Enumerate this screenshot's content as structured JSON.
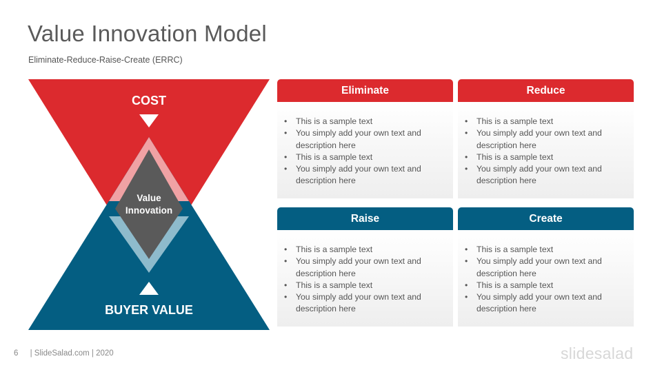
{
  "title": "Value Innovation Model",
  "subtitle": "Eliminate-Reduce-Raise-Create  (ERRC)",
  "diagram": {
    "top_label": "COST",
    "center_line1": "Value",
    "center_line2": "Innovation",
    "bottom_label": "BUYER VALUE"
  },
  "colors": {
    "red": "#dc2a2e",
    "teal": "#045e82",
    "center": "#5a5a5a"
  },
  "cards": [
    {
      "title": "Eliminate",
      "color": "#dc2a2e",
      "items": [
        "This is a sample text",
        "You simply add your own text and description here",
        "This is a sample text",
        "You simply add your own text and description here"
      ]
    },
    {
      "title": "Reduce",
      "color": "#dc2a2e",
      "items": [
        "This is a sample text",
        "You simply add your own text and description here",
        "This is a sample text",
        "You simply add your own text and description here"
      ]
    },
    {
      "title": "Raise",
      "color": "#045e82",
      "items": [
        "This is a sample text",
        "You simply add your own text and description here",
        "This is a sample text",
        "You simply add your own text and description here"
      ]
    },
    {
      "title": "Create",
      "color": "#045e82",
      "items": [
        "This is a sample text",
        "You simply add your own text and description here",
        "This is a sample text",
        "You simply add your own text and description here"
      ]
    }
  ],
  "footer": {
    "page": "6",
    "text": "| SlideSalad.com | 2020"
  },
  "logo": "slidesalad"
}
